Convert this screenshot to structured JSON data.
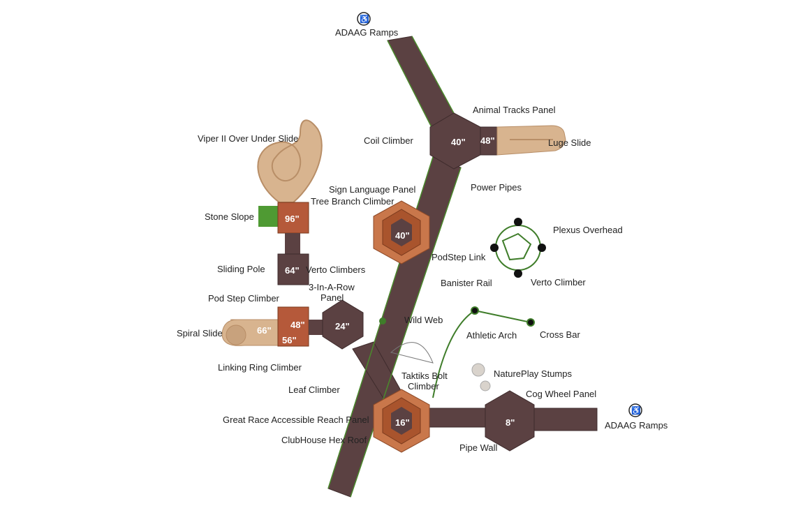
{
  "colors": {
    "deck": "#5b4142",
    "deck_stroke": "#3e2b2c",
    "ramp_edge": "#4b8a2c",
    "roof_outer": "#c9774b",
    "roof_inner": "#a9542d",
    "slide": "#d8b48f",
    "slide_dark": "#b88e67",
    "wood": "#b5593a",
    "green": "#3f7d2a",
    "post_red": "#c0392b"
  },
  "decks": {
    "top": "40\"",
    "top_side": "48\"",
    "sign": "40\"",
    "tree": "96\"",
    "pole": "64\"",
    "spiral": "66\"",
    "spiral_mid": "48\"",
    "spiral_low": "56\"",
    "center": "24\"",
    "club": "16\"",
    "cog": "8\""
  },
  "labels": {
    "ada_ramps_top": "ADAAG Ramps",
    "animal_tracks": "Animal Tracks Panel",
    "coil_climber": "Coil Climber",
    "luge_slide": "Luge Slide",
    "viper": "Viper II Over Under Slide",
    "power_pipes": "Power Pipes",
    "sign_language": "Sign Language Panel",
    "tree_branch": "Tree Branch Climber",
    "stone_slope": "Stone Slope",
    "plexus": "Plexus Overhead",
    "sliding_pole": "Sliding Pole",
    "verto_climbers": "Verto Climbers",
    "podstep_link": "PodStep Link",
    "banister": "Banister Rail",
    "three_row_1": "3-In-A-Row",
    "three_row_2": "Panel",
    "verto_climber": "Verto Climber",
    "pod_step": "Pod Step Climber",
    "wild_web": "Wild Web",
    "athletic_arch": "Athletic Arch",
    "cross_bar": "Cross Bar",
    "spiral_slide": "Spiral Slide",
    "linking_ring": "Linking Ring Climber",
    "leaf_climber": "Leaf Climber",
    "natureplay": "NaturePlay Stumps",
    "taktiks_1": "Taktiks Bolt",
    "taktiks_2": "Climber",
    "cog_wheel": "Cog Wheel Panel",
    "great_race": "Great Race Accessible Reach Panel",
    "ada_ramps_right": "ADAAG Ramps",
    "clubhouse": "ClubHouse Hex Roof",
    "pipe_wall": "Pipe Wall"
  },
  "icons": {
    "accessibility": "wheelchair-icon"
  }
}
